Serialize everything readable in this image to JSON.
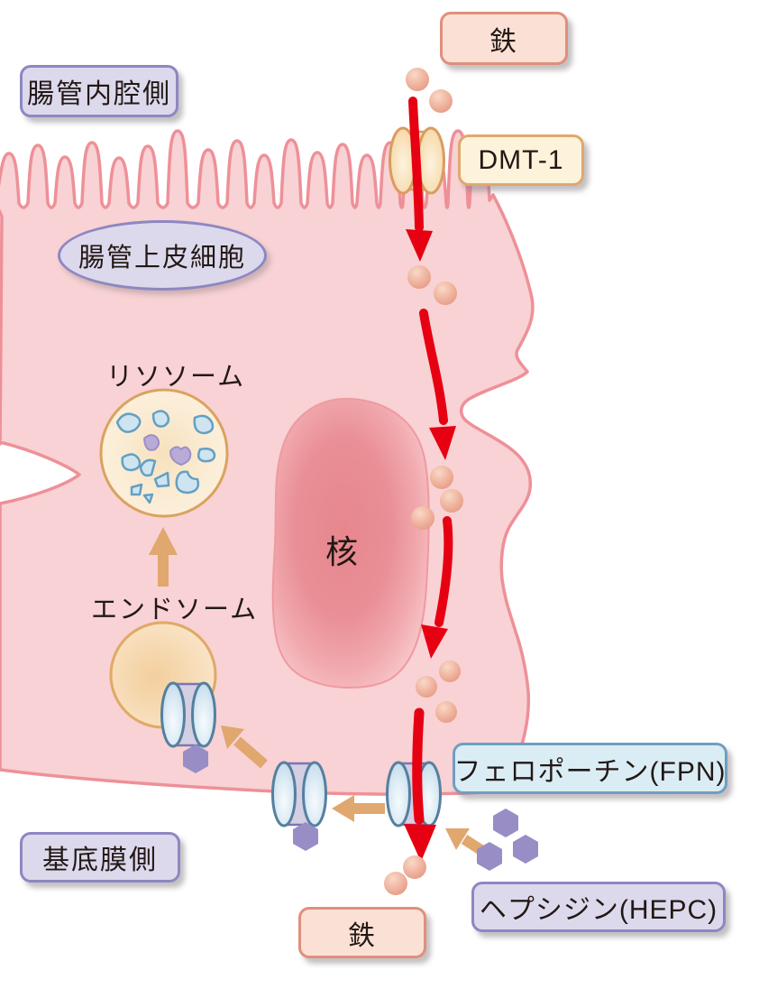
{
  "labels": {
    "lumen_side": "腸管内腔側",
    "iron_top": "鉄",
    "dmt1": "DMT-1",
    "epithelial_cell": "腸管上皮細胞",
    "lysosome": "リソソーム",
    "nucleus": "核",
    "endosome": "エンドソーム",
    "ferroportin": "フェロポーチン(FPN)",
    "hepcidin": "ヘプシジン(HEPC)",
    "iron_bottom": "鉄",
    "basement_side": "基底膜側"
  },
  "colors": {
    "cell_fill": "#f8d2d4",
    "cell_stroke": "#ee9098",
    "nucleus_center": "#e8868e",
    "iron_flow_arrow_red": "#e60012",
    "trafficking_arrow_tan": "#e0a76e",
    "hepcidin_hexagon_purple": "#998dc6",
    "organelle_border_orange": "#d9a35f",
    "fpn_disk_blue": "#c9def0",
    "fpn_body_lavender": "#d5cfe4",
    "dmt_disk_tan": "#f5d3a5",
    "iron_particle": "#edaa96",
    "label_lavender_fill": "#dcd9ec",
    "label_lavender_border": "#8d87c2",
    "label_peach_fill": "#fbe1d5",
    "label_peach_border": "#e08f7c",
    "label_cream_fill": "#fdf3da",
    "label_cream_border": "#dfa86e",
    "label_blue_fill": "#daedf5",
    "label_blue_border": "#6f9fc1"
  }
}
